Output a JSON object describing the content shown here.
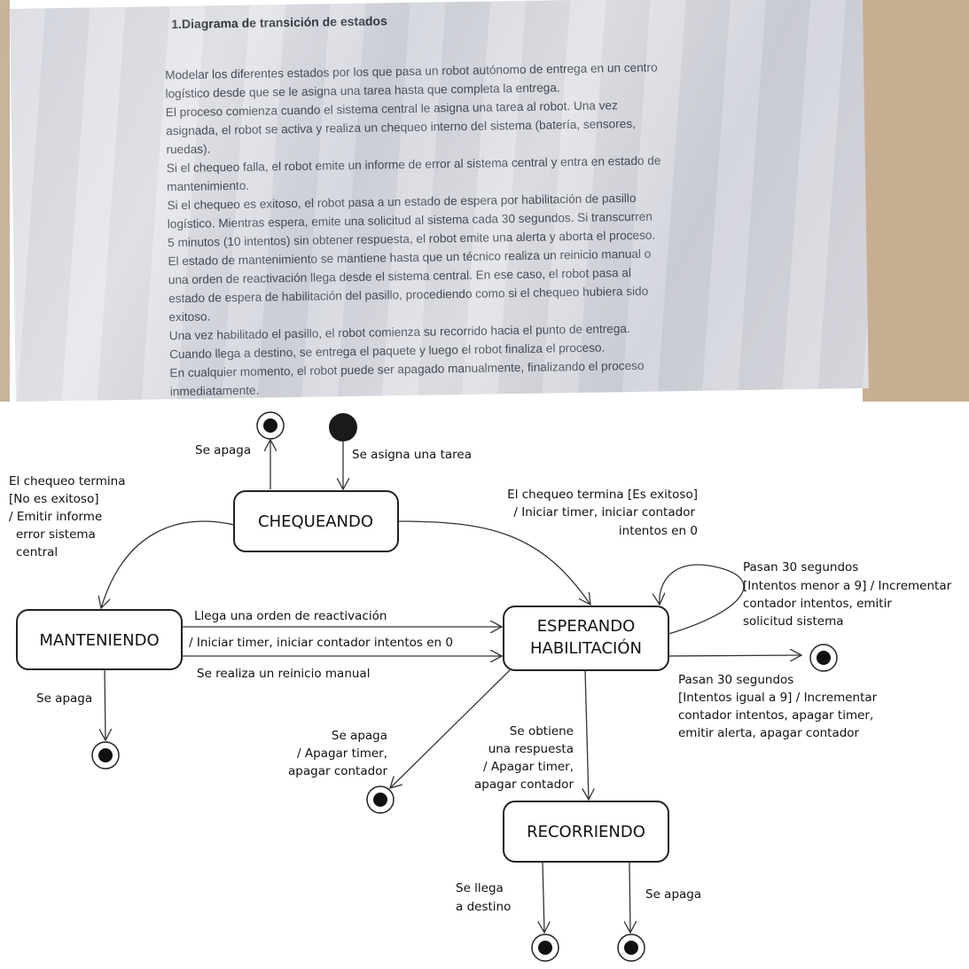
{
  "document": {
    "title": "1.Diagrama de transición de estados",
    "lines": [
      "Modelar los diferentes estados por los que pasa un robot autónomo de entrega en un centro",
      "logístico desde que se le asigna una tarea hasta que completa la entrega.",
      "El proceso comienza cuando el sistema central le asigna una tarea al robot. Una vez",
      "asignada, el robot se activa y realiza un chequeo interno del sistema (batería, sensores,",
      "ruedas).",
      "Si el chequeo falla, el robot emite un informe de error al sistema central y entra en estado de",
      "mantenimiento.",
      "Si el chequeo es exitoso, el robot pasa a un estado de espera por habilitación de pasillo",
      "logístico. Mientras espera, emite una solicitud al sistema cada 30 segundos. Si transcurren",
      "5 minutos (10 intentos) sin obtener respuesta, el robot emite una alerta y aborta el proceso.",
      "El estado de mantenimiento se mantiene hasta que un técnico realiza un reinicio manual o",
      "una orden de reactivación llega desde el sistema central. En ese caso, el robot pasa al",
      "estado de espera de habilitación del pasillo, procediendo como si el chequeo hubiera sido",
      "exitoso.",
      "Una vez habilitado el pasillo, el robot comienza su recorrido hacia el punto de entrega.",
      "Cuando llega a destino, se entrega el paquete y luego el robot finaliza el proceso.",
      "En cualquier momento, el robot puede ser apagado manualmente, finalizando el proceso",
      "inmediatamente."
    ]
  },
  "states": {
    "chequeando": "CHEQUEANDO",
    "manteniendo": "MANTENIENDO",
    "esperando_1": "ESPERANDO",
    "esperando_2": "HABILITACIÓN",
    "recorriendo": "RECORRIENDO"
  },
  "transitions": {
    "initial": "Se asigna una tarea",
    "chequeando_off": "Se apaga",
    "check_fail": [
      "El chequeo termina",
      "[No es exitoso]",
      "/ Emitir informe",
      "error sistema",
      "central"
    ],
    "check_ok": [
      "El chequeo termina [Es exitoso]",
      "/ Iniciar timer, iniciar contador",
      "intentos en 0"
    ],
    "reactivation": "Llega una orden de reactivación",
    "reactivation_action": "/ Iniciar timer, iniciar contador intentos en 0",
    "manual_reset": "Se realiza un reinicio manual",
    "manteniendo_off": "Se apaga",
    "self_loop": [
      "Pasan 30 segundos",
      "[Intentos menor a 9] / Incrementar",
      "contador intentos, emitir",
      "solicitud sistema"
    ],
    "timeout": [
      "Pasan 30 segundos",
      "[Intentos igual a 9] / Incrementar",
      "contador intentos, apagar timer,",
      "emitir alerta, apagar contador"
    ],
    "esperando_off": [
      "Se apaga",
      "/ Apagar timer,",
      "apagar contador"
    ],
    "response": [
      "Se obtiene",
      "una respuesta",
      "/ Apagar timer,",
      "apagar contador"
    ],
    "arrive": [
      "Se llega",
      "a destino"
    ],
    "recorriendo_off": "Se apaga"
  },
  "colors": {
    "stroke": "#222222",
    "paper": "#dfe0e6",
    "text": "#111111"
  }
}
